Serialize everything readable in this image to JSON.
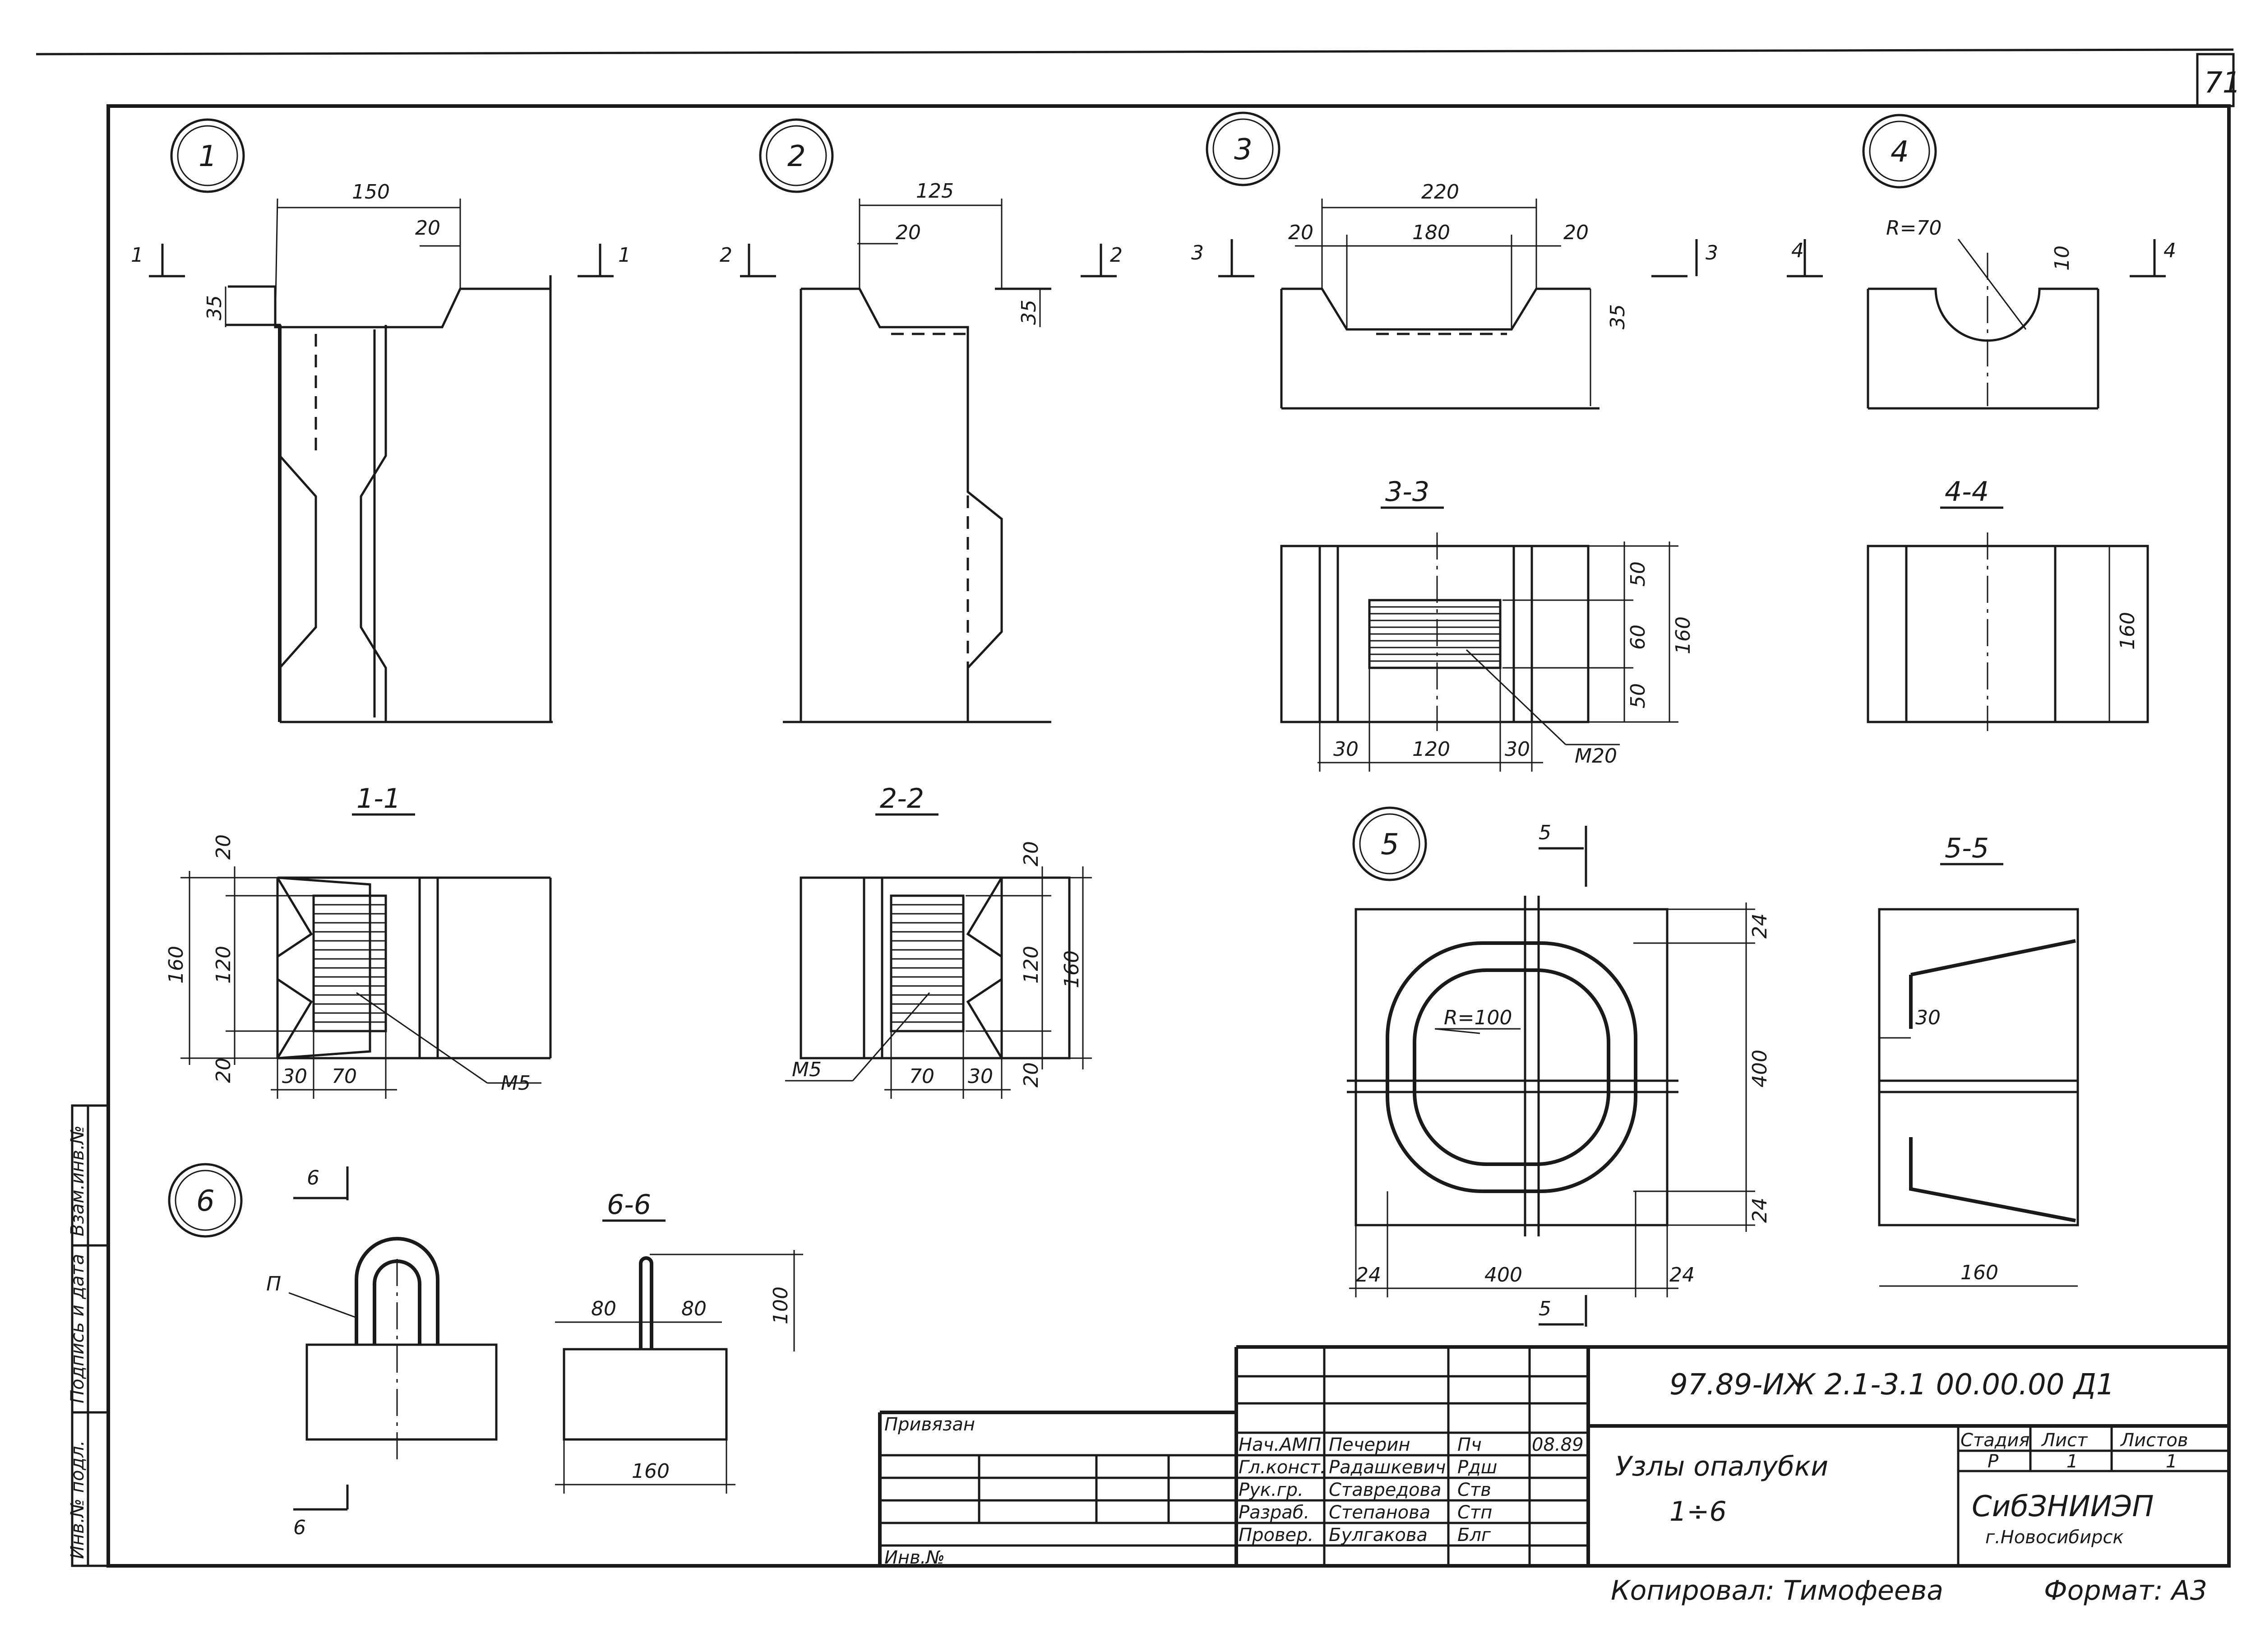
{
  "sheet": {
    "page_number": "71",
    "copied_by": "Копировал: Тимофеева",
    "format": "Формат: А3"
  },
  "node_markers": [
    "1",
    "2",
    "3",
    "4",
    "5",
    "6"
  ],
  "section_cuts": {
    "n1": "1",
    "n2": "2",
    "n3": "3",
    "n4": "4",
    "n5": "5",
    "n6": "6"
  },
  "section_titles": {
    "s11": "1-1",
    "s22": "2-2",
    "s33": "3-3",
    "s44": "4-4",
    "s55": "5-5",
    "s66": "6-6"
  },
  "dims": {
    "n1": {
      "w150": "150",
      "w20": "20",
      "h35": "35"
    },
    "n2": {
      "w125": "125",
      "w20": "20",
      "h35": "35"
    },
    "n3": {
      "w220": "220",
      "w20a": "20",
      "w180": "180",
      "w20b": "20",
      "h35": "35"
    },
    "n4": {
      "r": "R=70",
      "h10": "10"
    },
    "s11": {
      "h20a": "20",
      "h120": "120",
      "h20b": "20",
      "h160": "160",
      "w30": "30",
      "w70": "70",
      "mark": "M5"
    },
    "s22": {
      "h20a": "20",
      "h120": "120",
      "h20b": "20",
      "h160": "160",
      "w70": "70",
      "w30": "30",
      "mark": "M5"
    },
    "s33": {
      "h50a": "50",
      "h60": "60",
      "h50b": "50",
      "h160": "160",
      "w30a": "30",
      "w120": "120",
      "w30b": "30",
      "mark": "M20"
    },
    "s44": {
      "h160": "160"
    },
    "n5": {
      "r": "R=100",
      "h24a": "24",
      "h400": "400",
      "h24b": "24",
      "w24a": "24",
      "w400": "400",
      "w24b": "24"
    },
    "s55": {
      "w30": "30",
      "w160": "160"
    },
    "n6": {
      "pin": "П"
    },
    "s66": {
      "w80a": "80",
      "w80b": "80",
      "h100": "100",
      "w160": "160"
    }
  },
  "side_stamp": {
    "swap": "Взам.инв.№",
    "sign": "Подпись и дата",
    "inv": "Инв.№ подл."
  },
  "title_block": {
    "bound": "Привязан",
    "inv_no": "Инв.№",
    "code": "97.89-ИЖ 2.1-3.1   00.00.00 Д1",
    "name": "Узлы опалубки",
    "nodes": "1÷6",
    "org": "СибЗНИИЭП",
    "city": "г.Новосибирск",
    "col_stage": "Стадия",
    "col_sheet": "Лист",
    "col_sheets": "Листов",
    "stage": "Р",
    "sheet": "1",
    "sheets": "1",
    "date": "08.89",
    "people": [
      {
        "role": "Нач.АМП",
        "name": "Печерин",
        "sign": "Пч"
      },
      {
        "role": "Гл.конст.",
        "name": "Радашкевич",
        "sign": "Рдш"
      },
      {
        "role": "Рук.гр.",
        "name": "Ставредова",
        "sign": "Ств"
      },
      {
        "role": "Разраб.",
        "name": "Степанова",
        "sign": "Стп"
      },
      {
        "role": "Провер.",
        "name": "Булгакова",
        "sign": "Блг"
      }
    ]
  }
}
